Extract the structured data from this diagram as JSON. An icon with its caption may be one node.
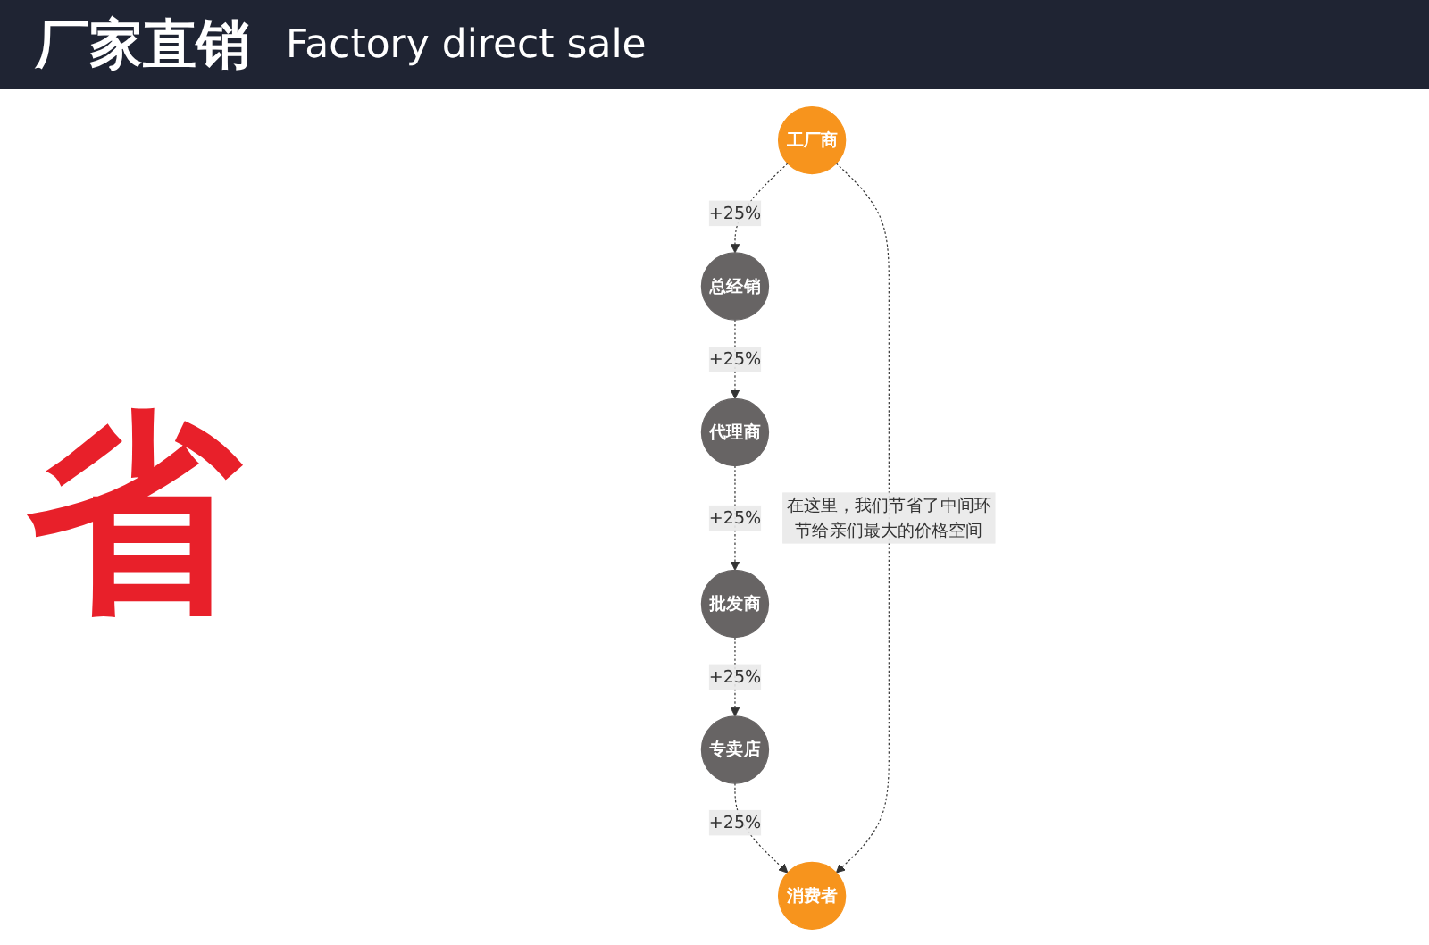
{
  "diagram": {
    "title": "厂家直销",
    "nodes": [
      {
        "text": [
          "工厂商"
        ]
      },
      {
        "text": [
          "总经销"
        ]
      },
      {
        "text": [
          "代理商"
        ]
      },
      {
        "text": [
          "批发商"
        ]
      },
      {
        "text": [
          "专卖店"
        ]
      },
      {
        "text": [
          "消费者"
        ]
      }
    ],
    "edges": [
      {
        "from": 0,
        "to": 1,
        "arrow": "to",
        "label": "+25%",
        "style": "dashed"
      },
      {
        "from": 1,
        "to": 2,
        "arrow": "to",
        "label": "+25%",
        "style": "dashed"
      },
      {
        "from": 2,
        "to": 3,
        "arrow": "to",
        "label": "+25%",
        "style": "dashed"
      },
      {
        "from": 3,
        "to": 4,
        "arrow": "to",
        "label": "+25%",
        "style": "dashed"
      },
      {
        "from": 4,
        "to": 5,
        "arrow": "to",
        "label": "+25%",
        "style": "dashed"
      },
      {
        "from": 0,
        "to": 5,
        "arrow": "to",
        "label": "在这里，我们节省了中间环节给亲们最大的价格空间",
        "style": "dashed"
      }
    ],
    "labels": [
      "Factory direct sale",
      "省"
    ]
  }
}
